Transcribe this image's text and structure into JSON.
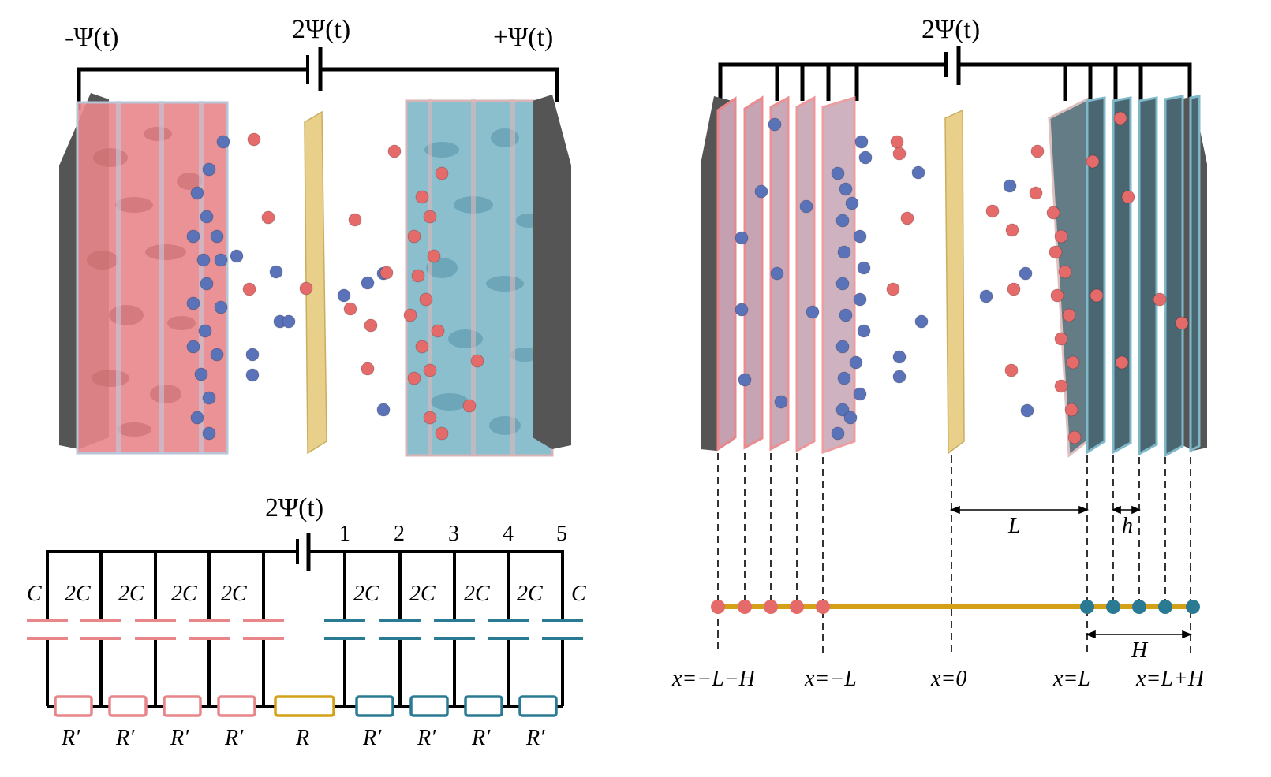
{
  "colors": {
    "anode": "#e8868a",
    "anode_dark": "#d86f72",
    "cathode": "#7fb8c9",
    "cathode_dark": "#2b7a93",
    "separator": "#e8d08a",
    "resistor_center": "#d4a017",
    "cation": "#e56a6a",
    "anion": "#5a72b8",
    "collector": "#555555",
    "wire": "#000000"
  },
  "panel_a": {
    "left_potential": "-Ψ(t)",
    "source_label": "2Ψ(t)",
    "right_potential": "+Ψ(t)"
  },
  "panel_b": {
    "source_label": "2Ψ(t)",
    "node_numbers": [
      "1",
      "2",
      "3",
      "4",
      "5"
    ],
    "left_capacitors": [
      "C",
      "2C",
      "2C",
      "2C",
      "2C"
    ],
    "right_capacitors": [
      "2C",
      "2C",
      "2C",
      "2C",
      "C"
    ],
    "left_resistors": [
      "R′",
      "R′",
      "R′",
      "R′"
    ],
    "center_resistor": "R",
    "right_resistors": [
      "R′",
      "R′",
      "R′",
      "R′"
    ]
  },
  "panel_c": {
    "source_label": "2Ψ(t)",
    "dim_L": "L",
    "dim_h": "h",
    "dim_H": "H",
    "positions": [
      "x=−L−H",
      "x=−L",
      "x=0",
      "x=L",
      "x=L+H"
    ]
  }
}
